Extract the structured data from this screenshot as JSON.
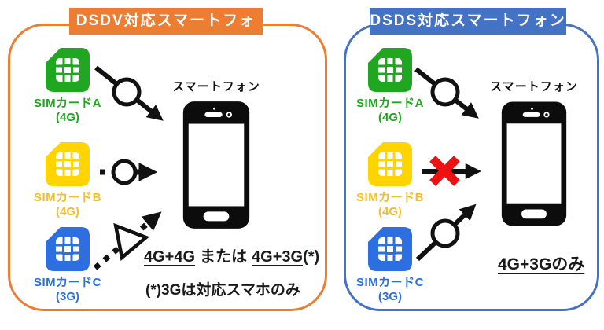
{
  "colors": {
    "dsdv_accent": "#ED7D31",
    "dsds_accent": "#4472C4",
    "sim_a_green": "#21A621",
    "sim_b_yellow": "#FFD400",
    "sim_c_blue": "#2D6FE0",
    "blocked_x_red": "#EE1111",
    "arrow_black": "#111111"
  },
  "icons": {
    "sim_card": "sim-card-icon",
    "smartphone": "smartphone-icon",
    "circle_node": "circle-node-icon",
    "triangle_node": "triangle-node-icon",
    "blocked_cross": "red-x-icon"
  },
  "panels": [
    {
      "title": "DSDV対応スマートフォン",
      "phone_label": "スマートフォン",
      "sims": [
        {
          "name": "SIMカードA",
          "band": "(4G)"
        },
        {
          "name": "SIMカードB",
          "band": "(4G)"
        },
        {
          "name": "SIMカードC",
          "band": "(3G)"
        }
      ],
      "connections": [
        {
          "from": "SIMカードA",
          "to": "スマートフォン",
          "line": "solid",
          "node": "circle",
          "blocked": false
        },
        {
          "from": "SIMカードB",
          "to": "スマートフォン",
          "line": "dashed",
          "node": "circle",
          "blocked": false
        },
        {
          "from": "SIMカードC",
          "to": "スマートフォン",
          "line": "dashed",
          "node": "triangle",
          "blocked": false
        }
      ],
      "result": {
        "option1": "4G+4G",
        "separator": "または",
        "option2": "4G+3G",
        "note_mark": "(*)"
      },
      "footnote": "(*)3Gは対応スマホのみ"
    },
    {
      "title": "DSDS対応スマートフォン",
      "phone_label": "スマートフォン",
      "sims": [
        {
          "name": "SIMカードA",
          "band": "(4G)"
        },
        {
          "name": "SIMカードB",
          "band": "(4G)"
        },
        {
          "name": "SIMカードC",
          "band": "(3G)"
        }
      ],
      "connections": [
        {
          "from": "SIMカードA",
          "to": "スマートフォン",
          "line": "solid",
          "node": "circle",
          "blocked": false
        },
        {
          "from": "SIMカードB",
          "to": "スマートフォン",
          "line": "solid",
          "node": "none",
          "blocked": true
        },
        {
          "from": "SIMカードC",
          "to": "スマートフォン",
          "line": "solid",
          "node": "circle",
          "blocked": false
        }
      ],
      "result": {
        "text": "4G+3Gのみ"
      }
    }
  ]
}
